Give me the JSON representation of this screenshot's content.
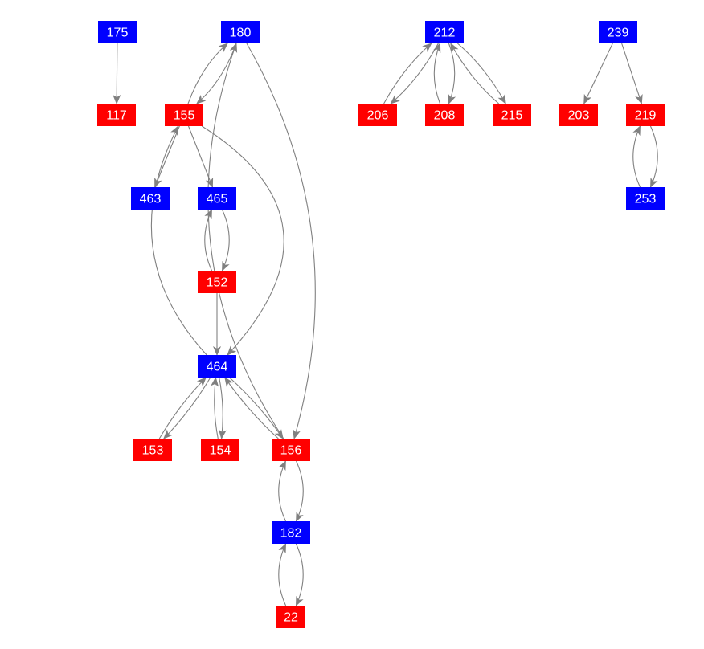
{
  "colors": {
    "blue": "#0000ff",
    "red": "#ff0000",
    "edge": "#808080"
  },
  "nodes": [
    {
      "id": "175",
      "color": "blue"
    },
    {
      "id": "180",
      "color": "blue"
    },
    {
      "id": "212",
      "color": "blue"
    },
    {
      "id": "239",
      "color": "blue"
    },
    {
      "id": "117",
      "color": "red"
    },
    {
      "id": "155",
      "color": "red"
    },
    {
      "id": "206",
      "color": "red"
    },
    {
      "id": "208",
      "color": "red"
    },
    {
      "id": "215",
      "color": "red"
    },
    {
      "id": "203",
      "color": "red"
    },
    {
      "id": "219",
      "color": "red"
    },
    {
      "id": "463",
      "color": "blue"
    },
    {
      "id": "465",
      "color": "blue"
    },
    {
      "id": "253",
      "color": "blue"
    },
    {
      "id": "152",
      "color": "red"
    },
    {
      "id": "464",
      "color": "blue"
    },
    {
      "id": "153",
      "color": "red"
    },
    {
      "id": "154",
      "color": "red"
    },
    {
      "id": "156",
      "color": "red"
    },
    {
      "id": "182",
      "color": "blue"
    },
    {
      "id": "22",
      "color": "red"
    }
  ],
  "edges": [
    [
      "175",
      "117"
    ],
    [
      "180",
      "155"
    ],
    [
      "155",
      "180"
    ],
    [
      "155",
      "463"
    ],
    [
      "155",
      "465"
    ],
    [
      "155",
      "464"
    ],
    [
      "464",
      "155"
    ],
    [
      "465",
      "152"
    ],
    [
      "152",
      "465"
    ],
    [
      "152",
      "464"
    ],
    [
      "464",
      "153"
    ],
    [
      "153",
      "464"
    ],
    [
      "464",
      "154"
    ],
    [
      "154",
      "464"
    ],
    [
      "464",
      "156"
    ],
    [
      "156",
      "464"
    ],
    [
      "180",
      "156"
    ],
    [
      "156",
      "180"
    ],
    [
      "156",
      "182"
    ],
    [
      "182",
      "156"
    ],
    [
      "182",
      "22"
    ],
    [
      "22",
      "182"
    ],
    [
      "212",
      "206"
    ],
    [
      "206",
      "212"
    ],
    [
      "212",
      "208"
    ],
    [
      "208",
      "212"
    ],
    [
      "212",
      "215"
    ],
    [
      "215",
      "212"
    ],
    [
      "239",
      "203"
    ],
    [
      "239",
      "219"
    ],
    [
      "219",
      "253"
    ],
    [
      "253",
      "219"
    ]
  ]
}
